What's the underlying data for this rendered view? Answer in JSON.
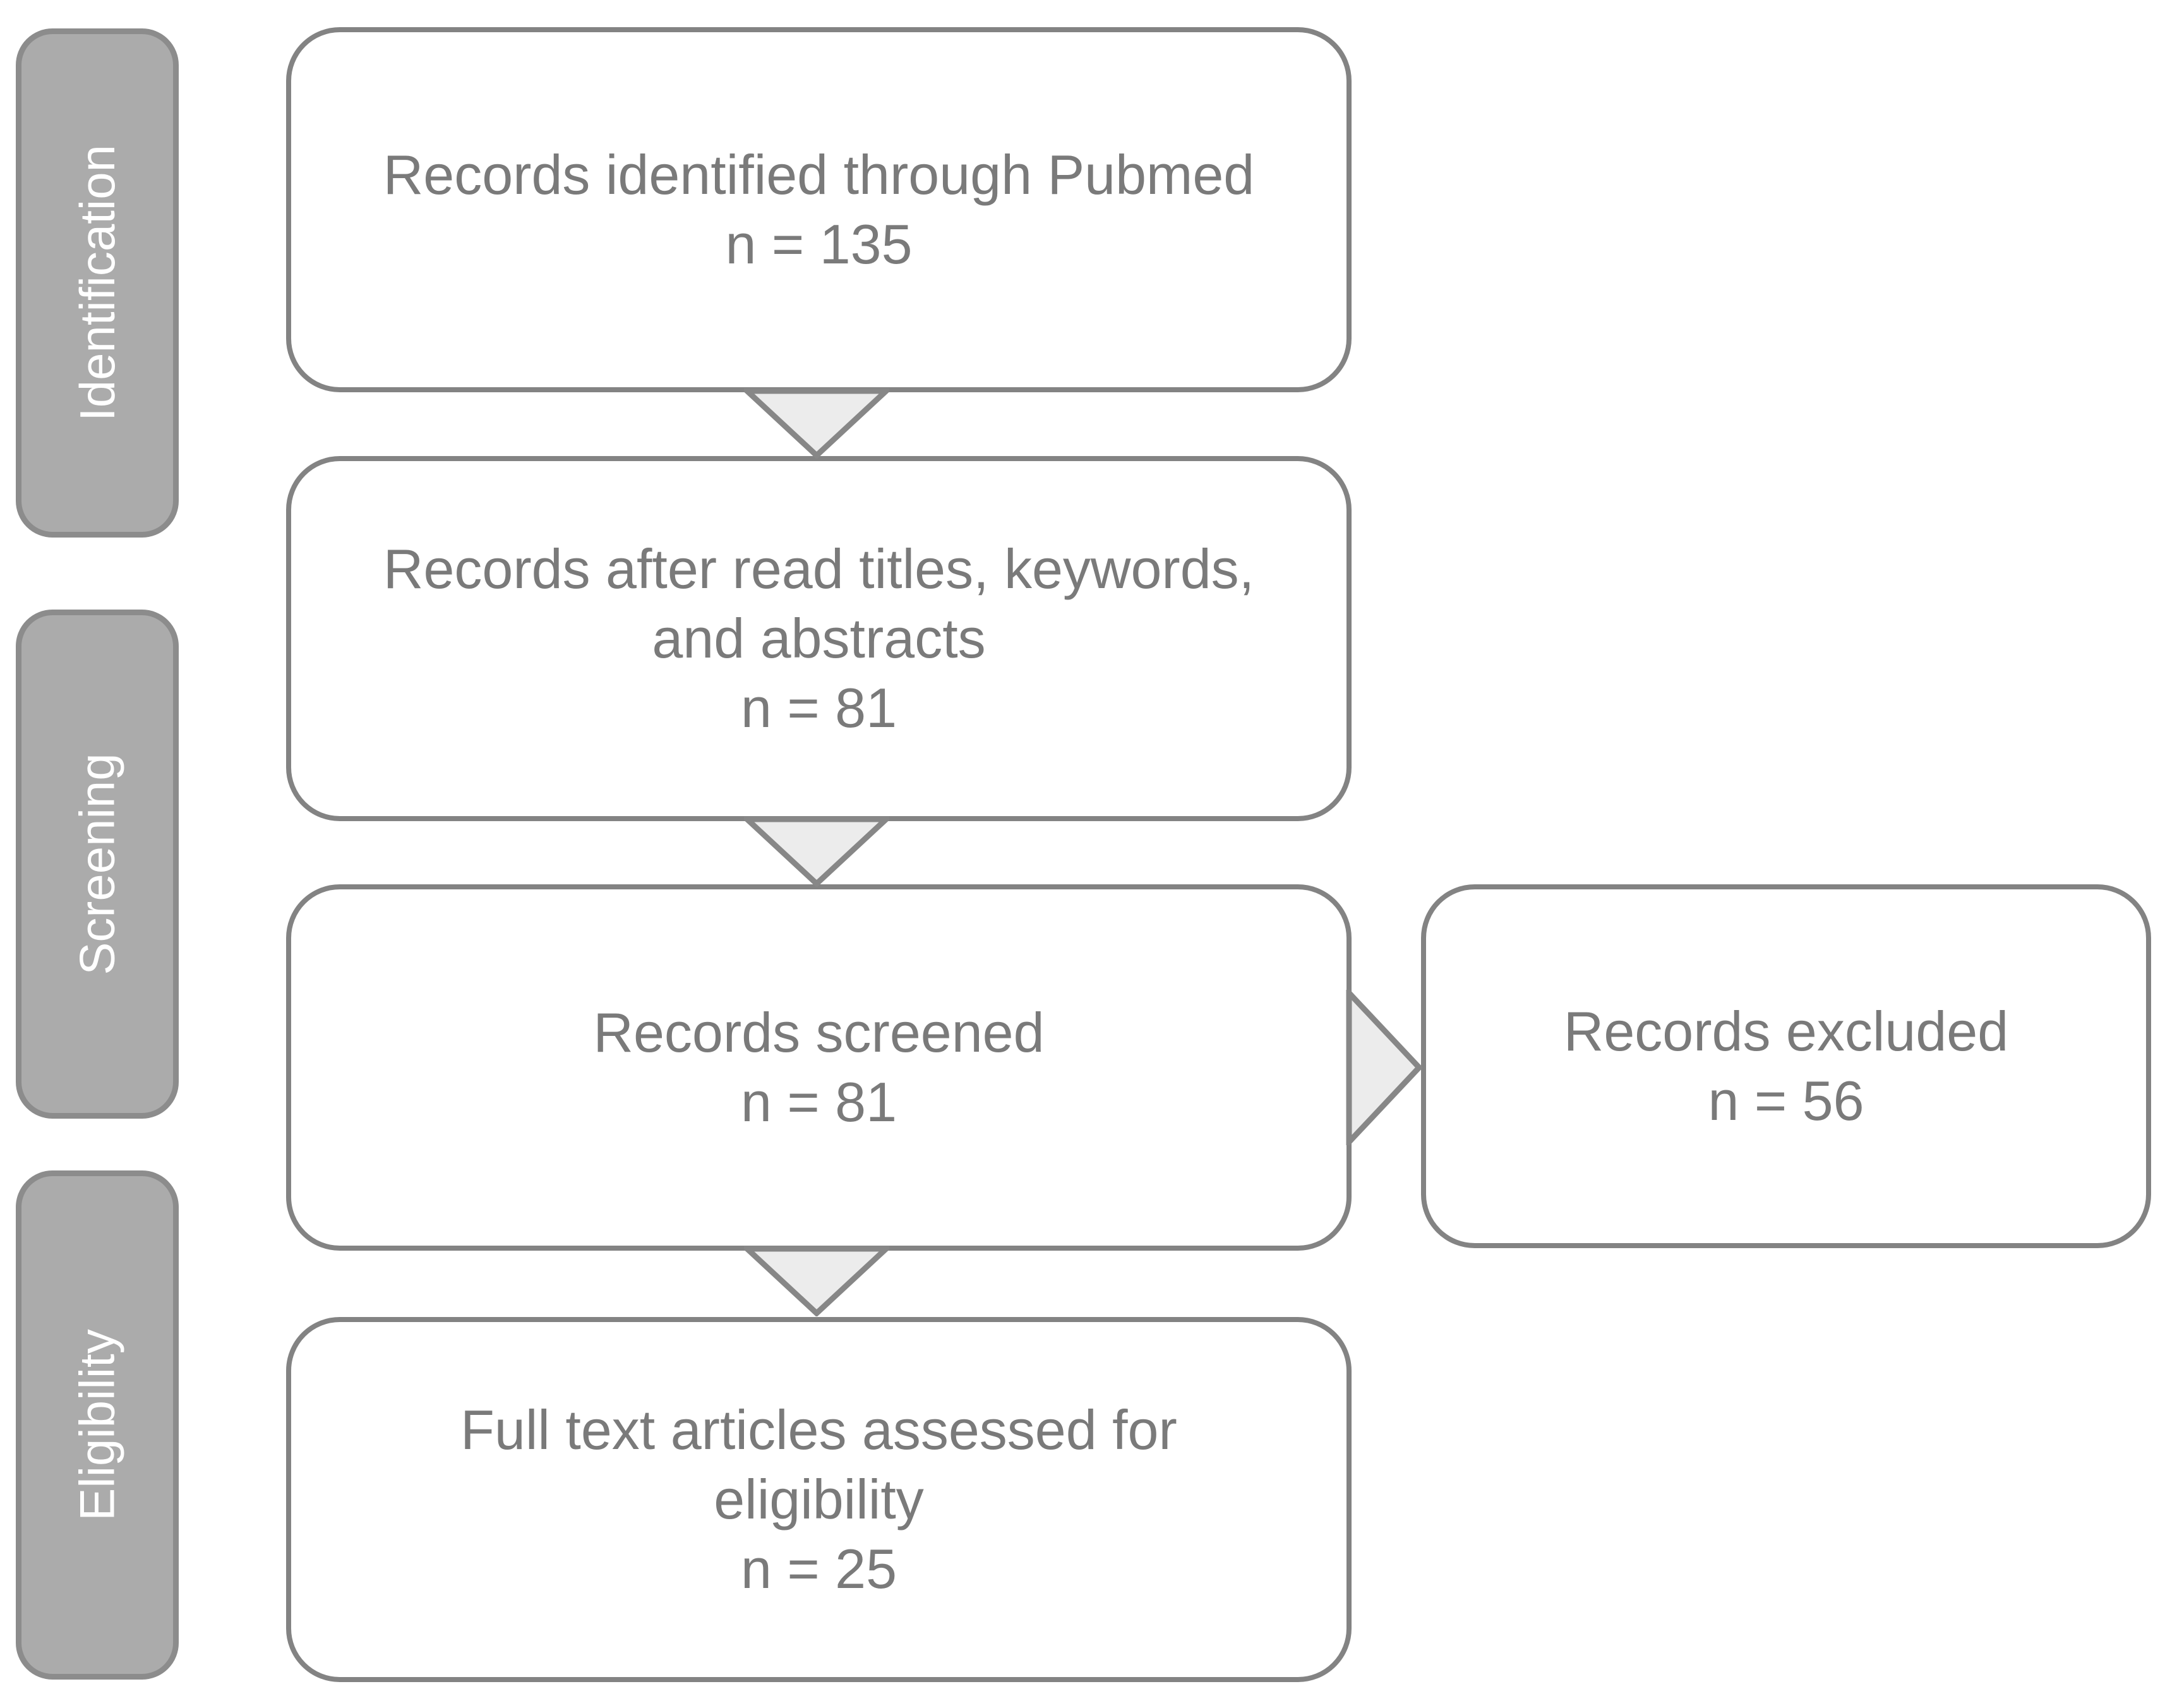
{
  "diagram": {
    "sidebar_stages": [
      {
        "label": "Identification"
      },
      {
        "label": "Screening"
      },
      {
        "label": "Eligibility"
      }
    ],
    "flow_boxes": [
      {
        "name": "records-identified",
        "lines": [
          "Records identified through Pubmed"
        ],
        "count": "n = 135"
      },
      {
        "name": "records-after-read",
        "lines": [
          "Records after read titles, keywords,",
          "and abstracts"
        ],
        "count": "n = 81"
      },
      {
        "name": "records-screened",
        "lines": [
          "Records screened"
        ],
        "count": "n = 81"
      },
      {
        "name": "full-text-assessed",
        "lines": [
          "Full text articles assessed for",
          "eligibility"
        ],
        "count": "n = 25"
      }
    ],
    "excluded_box": {
      "lines": [
        "Records excluded"
      ],
      "count": "n = 56"
    },
    "colors": {
      "stage_fill": "#ababab",
      "stage_border": "#8c8c8c",
      "stage_text": "#ffffff",
      "box_fill": "#ffffff",
      "box_border": "#838383",
      "box_text": "#7a7a7a",
      "arrow_fill": "#ececec",
      "arrow_border": "#878787",
      "background": "#ffffff"
    }
  }
}
